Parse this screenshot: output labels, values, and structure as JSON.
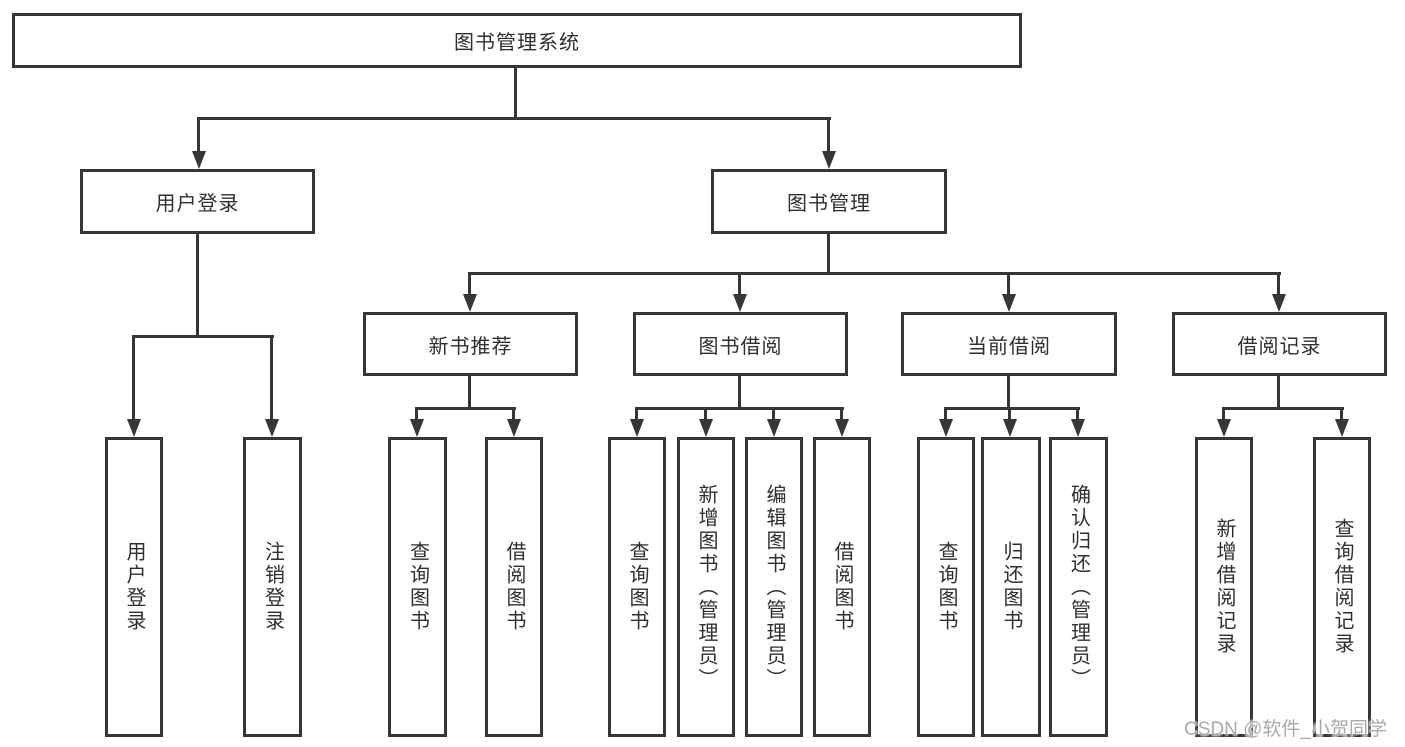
{
  "diagram": {
    "root": {
      "label": "图书管理系统"
    },
    "level2": [
      {
        "label": "用户登录"
      },
      {
        "label": "图书管理"
      }
    ],
    "level3": [
      {
        "label": "新书推荐"
      },
      {
        "label": "图书借阅"
      },
      {
        "label": "当前借阅"
      },
      {
        "label": "借阅记录"
      }
    ],
    "leaves": {
      "user_login": [
        "用户登录",
        "注销登录"
      ],
      "new_book_recommend": [
        "查询图书",
        "借阅图书"
      ],
      "book_borrowing": [
        "查询图书",
        "新增图书（管理员）",
        "编辑图书（管理员）",
        "借阅图书"
      ],
      "current_borrowing": [
        "查询图书",
        "归还图书",
        "确认归还（管理员）"
      ],
      "borrowing_records": [
        "新增借阅记录",
        "查询借阅记录"
      ]
    }
  },
  "watermark": "CSDN @软件_小贺同学",
  "colors": {
    "line": "#363636",
    "text": "#2f2f2f",
    "watermark": "#a6a9ad",
    "background": "#ffffff"
  }
}
